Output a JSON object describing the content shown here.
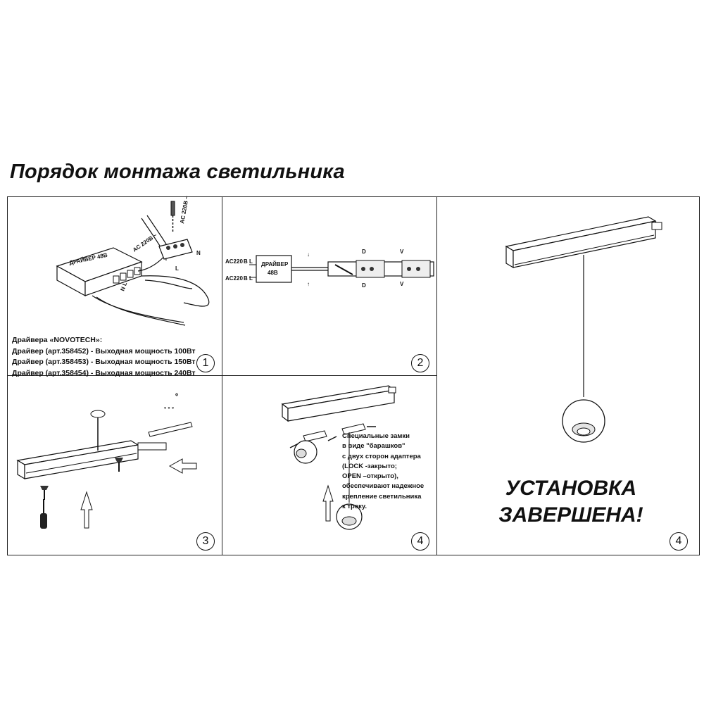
{
  "title": "Порядок монтажа светильника",
  "panel1": {
    "number": "1",
    "driver_box_label": "ДРАЙВЕР 48В",
    "wire_label_top": "AC 220В ~",
    "wire_label_left": "AC 220В ~",
    "label_L": "L",
    "label_N": "N",
    "terminal_labels": "N L",
    "drivers_header": "Драйвера «NOVOTECH»:",
    "drivers": [
      "Драйвер (арт.358452) - Выходная мощность 100Вт",
      "Драйвер (арт.358453) - Выходная мощность 150Вт",
      "Драйвер (арт.358454) - Выходная мощность 240Вт"
    ]
  },
  "panel2": {
    "number": "2",
    "driver_label_1": "ДРАЙВЕР",
    "driver_label_2": "48В",
    "ac_top": "AC220",
    "ac_top_suffix": "В L",
    "ac_bottom": "AC220",
    "ac_bottom_suffix": "В L"
  },
  "panel3": {
    "number": "3"
  },
  "panel4": {
    "number": "4",
    "lock_text": [
      "Специальные замки",
      "в виде \"барашков\"",
      "с двух сторон адаптера",
      "(LOCK -закрыто;",
      "OPEN –открыто),",
      "обеспечивают надежное",
      "крепление светильника",
      "к треку."
    ]
  },
  "panel5": {
    "number": "4",
    "done_line1": "УСТАНОВКА",
    "done_line2": "ЗАВЕРШЕНА!"
  }
}
